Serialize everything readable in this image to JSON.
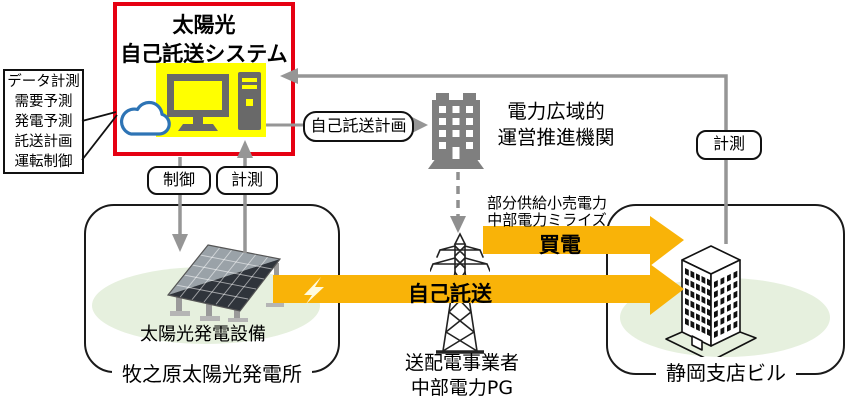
{
  "colors": {
    "system_border_red": "#E60012",
    "system_highlight_yellow": "#FFFF00",
    "flow_arrow_yellow": "#F9B308",
    "site_ellipse_green": "#E6F0DE",
    "connector_gray": "#969696"
  },
  "system_box": {
    "title_line1": "太陽光",
    "title_line2": "自己託送システム",
    "functions": [
      "データ計測",
      "需要予測",
      "発電予測",
      "託送計画",
      "運転制御"
    ]
  },
  "connectors": {
    "control_label": "制御",
    "measure_plant_label": "計測",
    "measure_office_label": "計測",
    "plan_label": "自己託送計画"
  },
  "occto": {
    "name_line1": "電力広域的",
    "name_line2": "運営推進機関"
  },
  "flows": {
    "purchase_label": "買電",
    "purchase_note_line1": "部分供給小売電力",
    "purchase_note_line2": "中部電力ミライズ",
    "self_consignment_label": "自己託送"
  },
  "plant_site": {
    "equipment_label": "太陽光発電設備",
    "site_name": "牧之原太陽光発電所"
  },
  "grid_operator": {
    "name_line1": "送配電事業者",
    "name_line2": "中部電力PG"
  },
  "office_site": {
    "site_name": "静岡支店ビル"
  },
  "icons": {
    "cloud": "cloud-icon",
    "computer": "computer-icon",
    "occto_building": "building-icon",
    "transmission_tower": "transmission-tower-icon",
    "solar_panel": "solar-panel-icon",
    "office_building": "office-building-3d-icon",
    "lightning": "lightning-icon"
  }
}
